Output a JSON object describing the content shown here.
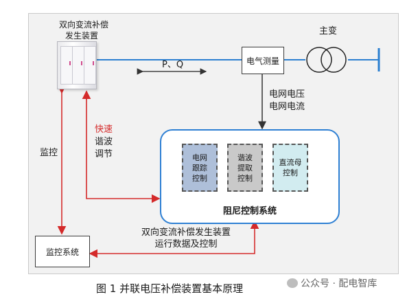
{
  "device": {
    "label_line1": "双向变流补偿",
    "label_line2": "发生装置"
  },
  "transformer": {
    "label": "主变"
  },
  "measurement": {
    "label": "电气测量"
  },
  "flow": {
    "label": "P、Q"
  },
  "grid_signals": {
    "line1": "电网电压",
    "line2": "电网电流"
  },
  "fast_harmonic": {
    "line1": "快速",
    "line2": "谐波",
    "line3": "调节"
  },
  "monitor_link": {
    "label": "监控"
  },
  "damping_system": {
    "title": "阻尼控制系统",
    "modules": [
      {
        "line1": "电网",
        "line2": "跟踪",
        "line3": "控制",
        "fill": "#aebfd9"
      },
      {
        "line1": "谐波",
        "line2": "提取",
        "line3": "控制",
        "fill": "#c9c9c9"
      },
      {
        "line1": "直流母",
        "line2": "控制",
        "fill": "#d2ecf0"
      }
    ]
  },
  "monitor_system": {
    "label": "监控系统"
  },
  "runtime": {
    "line1": "双向变流补偿发生装置",
    "line2": "运行数据及控制"
  },
  "caption": "图 1  并联电压补偿装置基本原理",
  "watermark": "公众号 · 配电智库",
  "colors": {
    "bus": "#2b7fd0",
    "arrow_red": "#d42a2a",
    "panel_border": "#2d7fd3",
    "frame": "#f2f2f2"
  }
}
